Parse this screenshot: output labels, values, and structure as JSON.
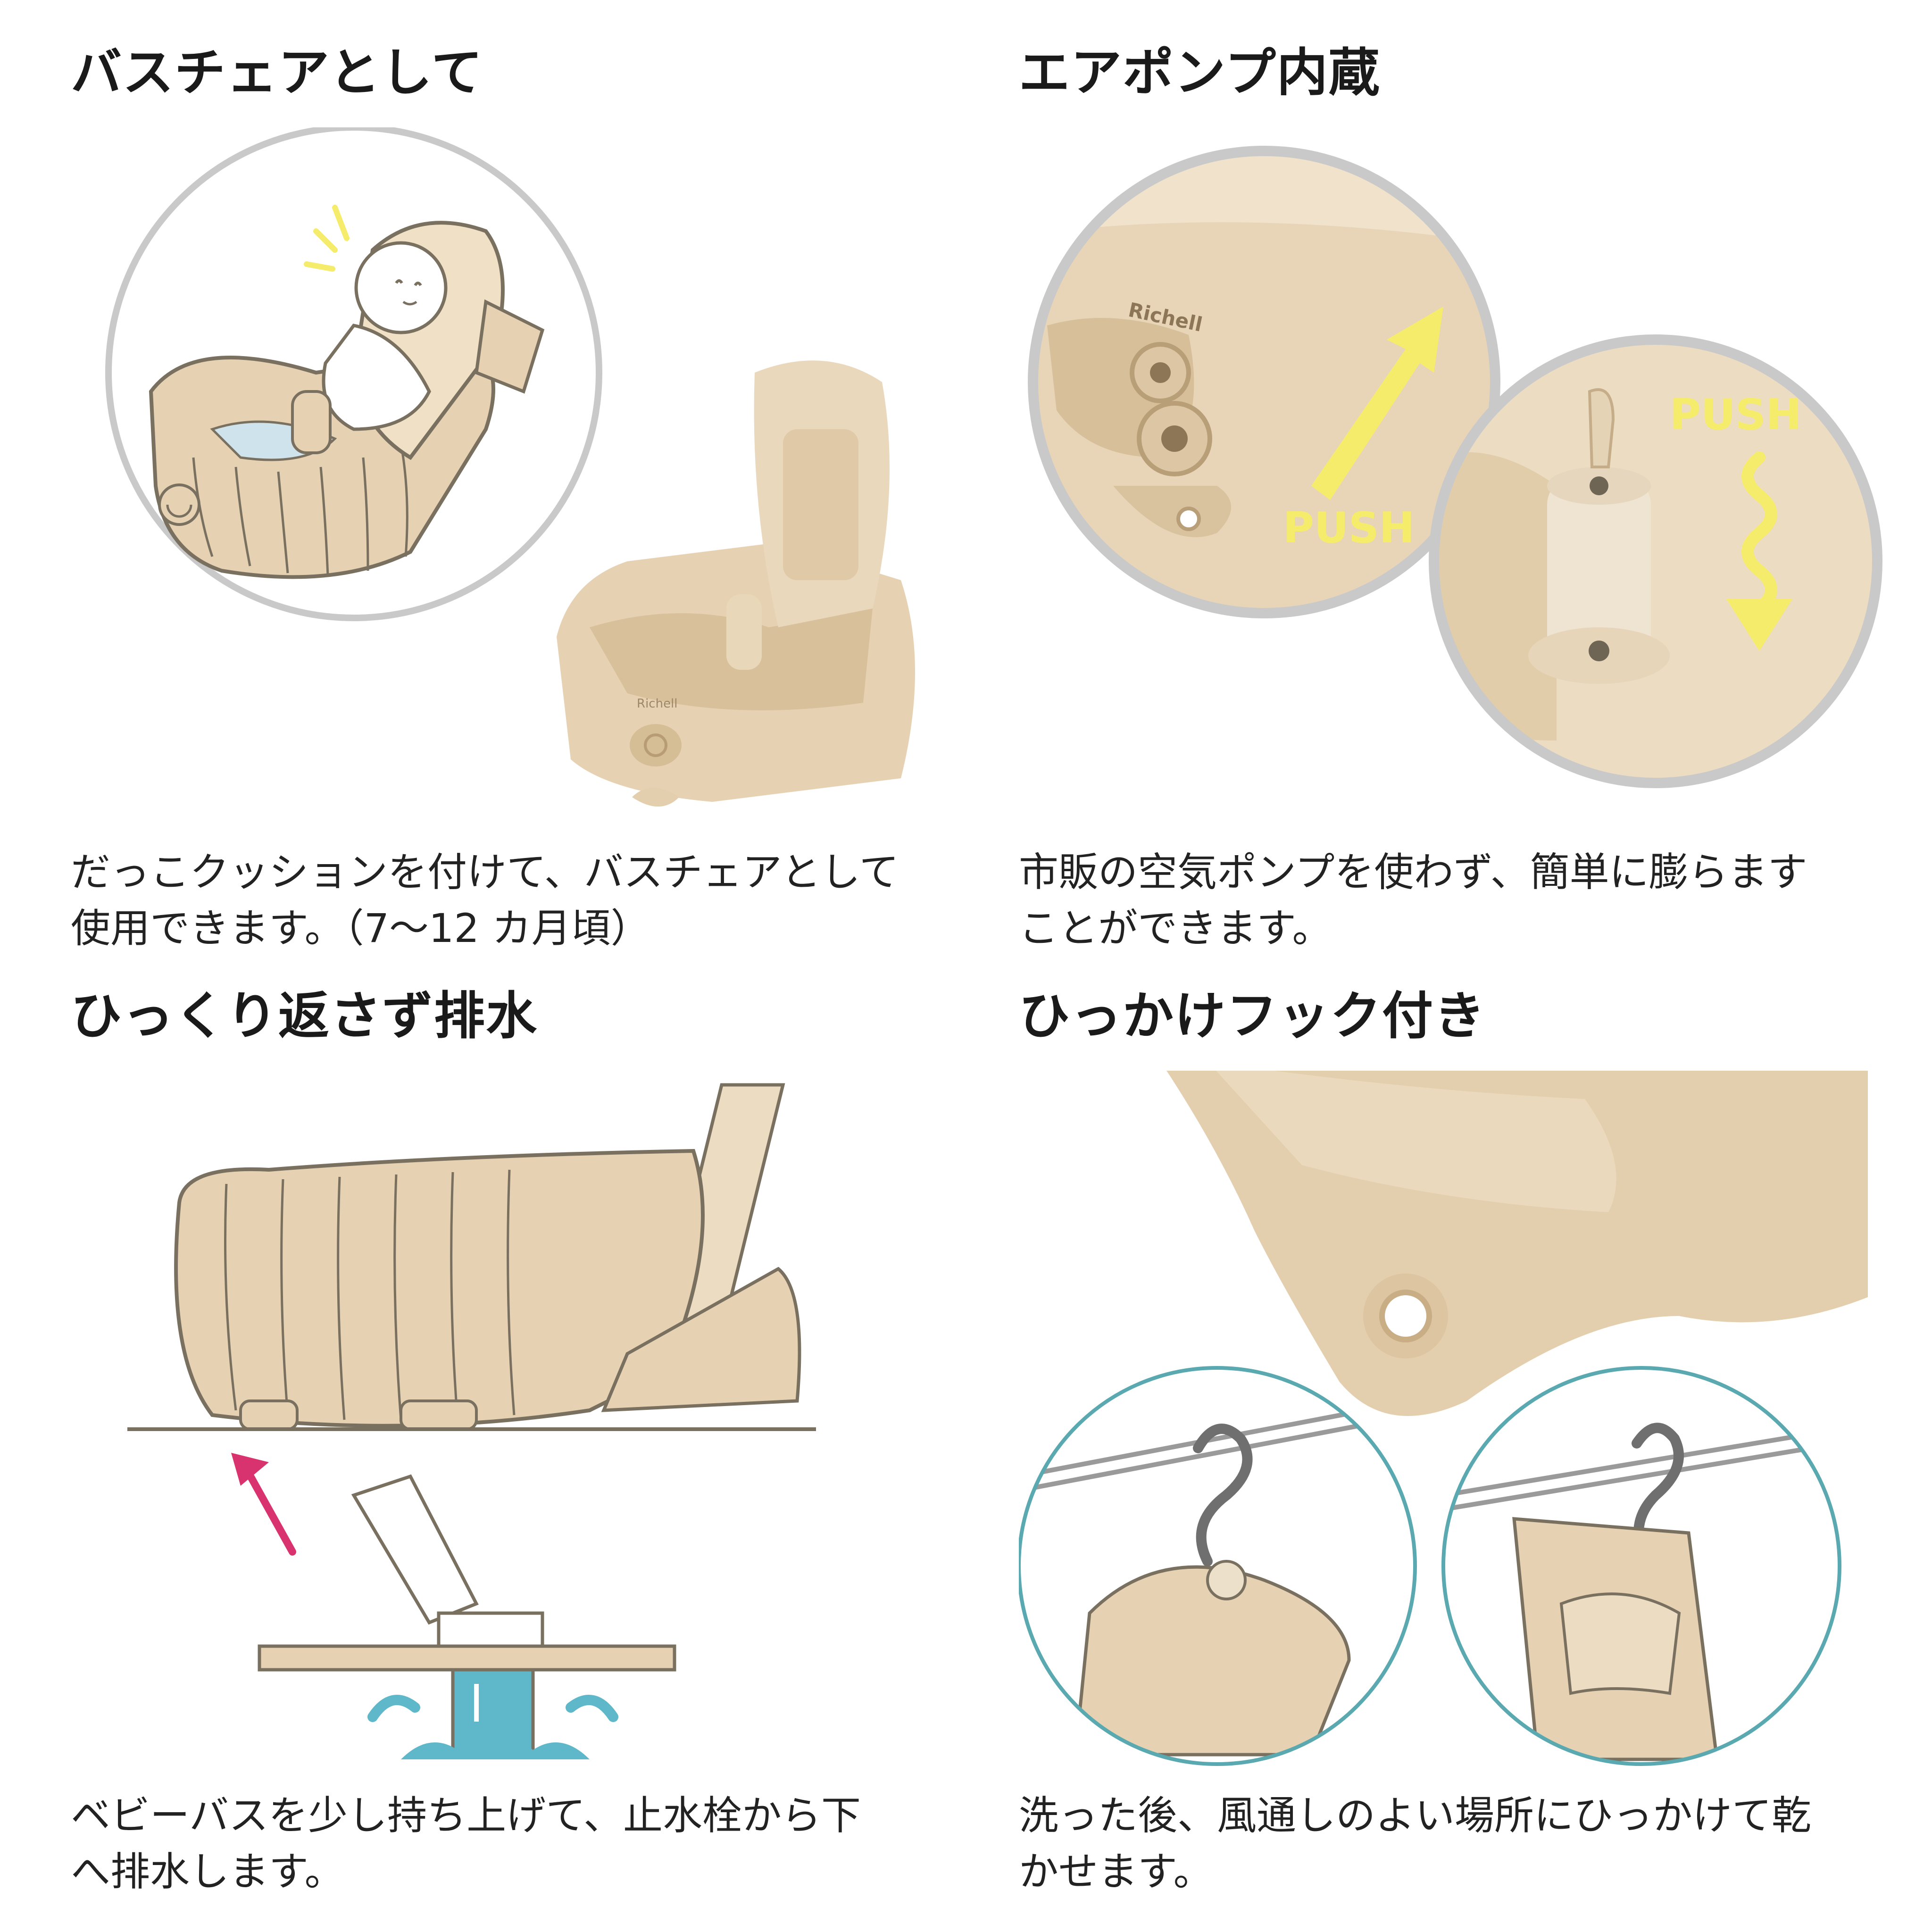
{
  "colors": {
    "beige": "#e6d2b3",
    "beige_dark": "#cdb48e",
    "outline": "#7a7060",
    "circle_gray": "#c9c9c9",
    "circle_teal": "#5aa9b0",
    "push_yellow": "#f6ec6c",
    "arrow_pink": "#d8336f",
    "water_blue": "#5fb8c9"
  },
  "panels": {
    "bath_chair": {
      "title": "バスチェアとして",
      "caption_line1": "だっこクッションを付けて、バスチェアとして",
      "caption_line2": "使用できます。（7～12 カ月頃）",
      "brand_mark": "Richell"
    },
    "air_pump": {
      "title": "エアポンプ内蔵",
      "push_label_1": "PUSH",
      "push_label_2": "PUSH",
      "brand_mark": "Richell",
      "caption_line1": "市販の空気ポンプを使わず、簡単に膨らます",
      "caption_line2": "ことができます。"
    },
    "drain": {
      "title": "ひっくり返さず排水",
      "caption_line1": "ベビーバスを少し持ち上げて、止水栓から下",
      "caption_line2": "へ排水します。"
    },
    "hook": {
      "title": "ひっかけフック付き",
      "caption_line1": "洗った後、風通しのよい場所にひっかけて乾",
      "caption_line2": "かせます。"
    }
  }
}
